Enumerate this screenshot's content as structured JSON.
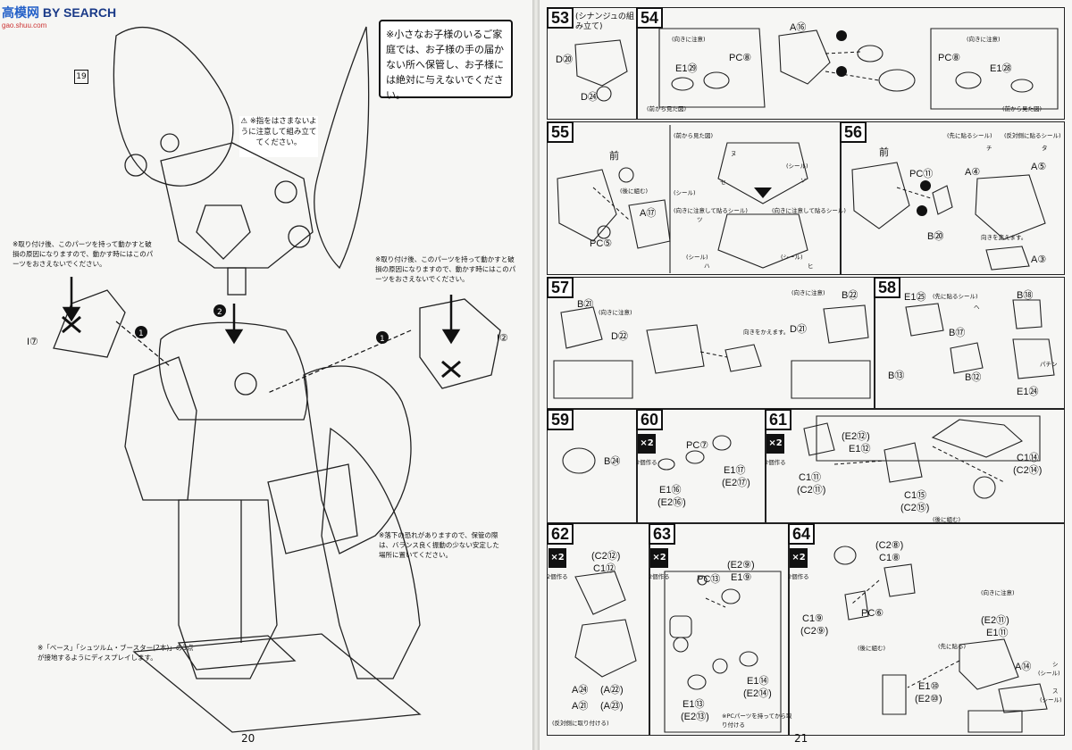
{
  "watermark": {
    "brand_cn": "高模网",
    "brand_en": "BY SEARCH",
    "url": "gao.shuu.com"
  },
  "left": {
    "page_number": "20",
    "step_label": "19",
    "warning_box": "※小さなお子様のいるご家庭では、お子様の手の届かない所へ保管し、お子様には絶対に与えないでください。",
    "finger_warning": "※指をはさまないように注意して組み立ててください。",
    "note_left": "※取り付け後、このパーツを持って動かすと破損の原因になりますので、動かす時にはこのパーツをおさえないでください。",
    "note_right": "※取り付け後、このパーツを持って動かすと破損の原因になりますので、動かす時にはこのパーツをおさえないでください。",
    "note_fall": "※落下の恐れがありますので、保管の際は、バランス良く振動の少ない安定した場所に置いてください。",
    "note_base": "※「ベース」「シュツルム・ブースター(2本)」の3点が接地するようにディスプレイします。",
    "part_i7": "I⑦",
    "part_i2": "I②",
    "order1": "1",
    "order2": "2"
  },
  "right": {
    "page_number": "21",
    "s53": {
      "no": "53",
      "title": "(シナンジュの組み立て)",
      "parts": [
        "D⑳",
        "D㉔"
      ]
    },
    "s54": {
      "no": "54",
      "caution": "(向きに注意)",
      "front_view": "(前から見た図)",
      "parts": [
        "A⑯",
        "E1㉙",
        "PC⑧",
        "PC⑧",
        "E1㉘"
      ]
    },
    "s55": {
      "no": "55",
      "front": "前",
      "later": "(後に組む)",
      "front_view": "(前から見た図)",
      "seal": "(シール)",
      "seal_caution": "(向きに注意して貼るシール)",
      "parts": [
        "A⑰",
        "PC⑤"
      ],
      "seal_marks": [
        "ヌ",
        "セ",
        "ソ",
        "ツ",
        "ハ",
        "ヒ"
      ]
    },
    "s56": {
      "no": "56",
      "front": "前",
      "seal_first": "(先に貼るシール)",
      "seal_opp": "(反対側に貼るシール)",
      "rotate": "向きを変えます。",
      "parts": [
        "PC⑪",
        "A④",
        "A⑤",
        "B⑳",
        "A③"
      ],
      "seal_marks": [
        "チ",
        "タ"
      ]
    },
    "s57": {
      "no": "57",
      "caution": "(向きに注意)",
      "rotate": "向きをかえます。",
      "parts": [
        "B㉑",
        "D㉒",
        "B㉒",
        "D㉑"
      ]
    },
    "s58": {
      "no": "58",
      "seal_first": "(先に貼るシール)",
      "parts": [
        "E1㉕",
        "B⑰",
        "B⑱",
        "B⑬",
        "B⑫",
        "E1㉔"
      ],
      "seal_marks": [
        "ヘ"
      ],
      "click": "パチン"
    },
    "s59": {
      "no": "59",
      "parts": [
        "B㉔"
      ]
    },
    "s60": {
      "no": "60",
      "times": "×2",
      "make2": "2個作る",
      "parts": [
        "PC⑦",
        "E1⑯",
        "(E2⑯)",
        "E1⑰",
        "(E2⑰)"
      ]
    },
    "s61": {
      "no": "61",
      "times": "×2",
      "make2": "2個作る",
      "later": "(後に組む)",
      "parts": [
        "(E2⑫)",
        "E1⑫",
        "C1⑪",
        "(C2⑪)",
        "C1⑮",
        "(C2⑮)",
        "C1⑭",
        "(C2⑭)"
      ]
    },
    "s62": {
      "no": "62",
      "times": "×2",
      "make2": "2個作る",
      "opposite": "(反対側に取り付ける)",
      "parts": [
        "(C2⑫)",
        "C1⑫",
        "A㉔",
        "(A㉒)",
        "A㉑",
        "(A㉓)"
      ]
    },
    "s63": {
      "no": "63",
      "times": "×2",
      "make2": "2個作る",
      "pc_note": "※PCパーツを持ってから取り付ける",
      "parts": [
        "(E2⑨)",
        "E1⑨",
        "PC⑬",
        "E1⑬",
        "(E2⑬)",
        "E1⑭",
        "(E2⑭)"
      ]
    },
    "s64": {
      "no": "64",
      "times": "×2",
      "make2": "2個作る",
      "caution": "(向きに注意)",
      "seal_first": "(先に貼る)",
      "later": "(後に組む)",
      "seal": "(シール)",
      "parts": [
        "(C2⑧)",
        "C1⑧",
        "PC⑥",
        "C1⑨",
        "(C2⑨)",
        "(E2⑪)",
        "E1⑪",
        "A⑭",
        "E1⑩",
        "(E2⑩)"
      ],
      "seal_marks": [
        "シ",
        "ス"
      ]
    }
  }
}
